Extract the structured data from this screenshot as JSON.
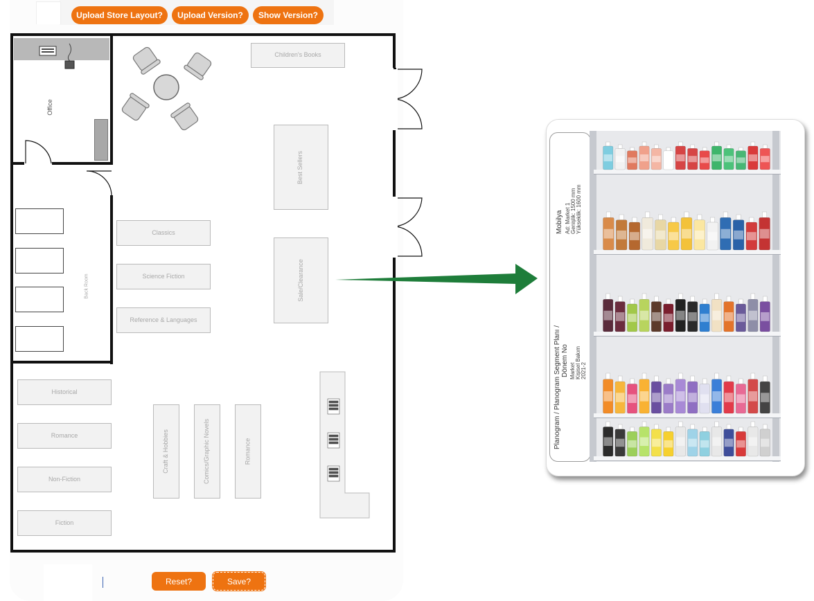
{
  "toolbar": {
    "upload_layout_label": "Upload Store Layout?",
    "upload_version_label": "Upload Version?",
    "show_version_label": "Show Version?"
  },
  "footer": {
    "reset_label": "Reset?",
    "save_label": "Save?"
  },
  "store_layout": {
    "office_label": "Office",
    "back_room_label": "Back Room",
    "childrens_books": "Children's Books",
    "best_sellers": "Best Sellers",
    "sale_clearance": "Sale/Clearance",
    "classics": "Classics",
    "science_fiction": "Science Fiction",
    "reference_languages": "Reference & Languages",
    "historical": "Historical",
    "romance_left": "Romance",
    "non_fiction": "Non-Fiction",
    "fiction": "Fiction",
    "crafts_hobbies": "Craft & Hobbies",
    "comics_graphic_novels": "Comics/Graphic Novels",
    "romance_center": "Romance"
  },
  "planogram": {
    "title_line1": "Planogram / Planogram Segment Planı /",
    "title_line2": "Dönem No",
    "market": "Market",
    "category": "Kişisel Bakım",
    "code": "2021-2",
    "mobilya": "Mobilya",
    "mobilya_detail": "Ad: Market 1",
    "width": "Genişlik: 1500 mm",
    "height": "Yükseklik: 1600 mm"
  },
  "colors": {
    "accent_orange": "#ee7311",
    "arrow_green": "#1e7d3a"
  },
  "icons": {
    "arrow": "arrow-right-icon",
    "register": "cash-register-icon",
    "chair": "chair-icon",
    "table": "round-table-icon",
    "door": "door-swing-icon",
    "phone": "telephone-icon"
  }
}
